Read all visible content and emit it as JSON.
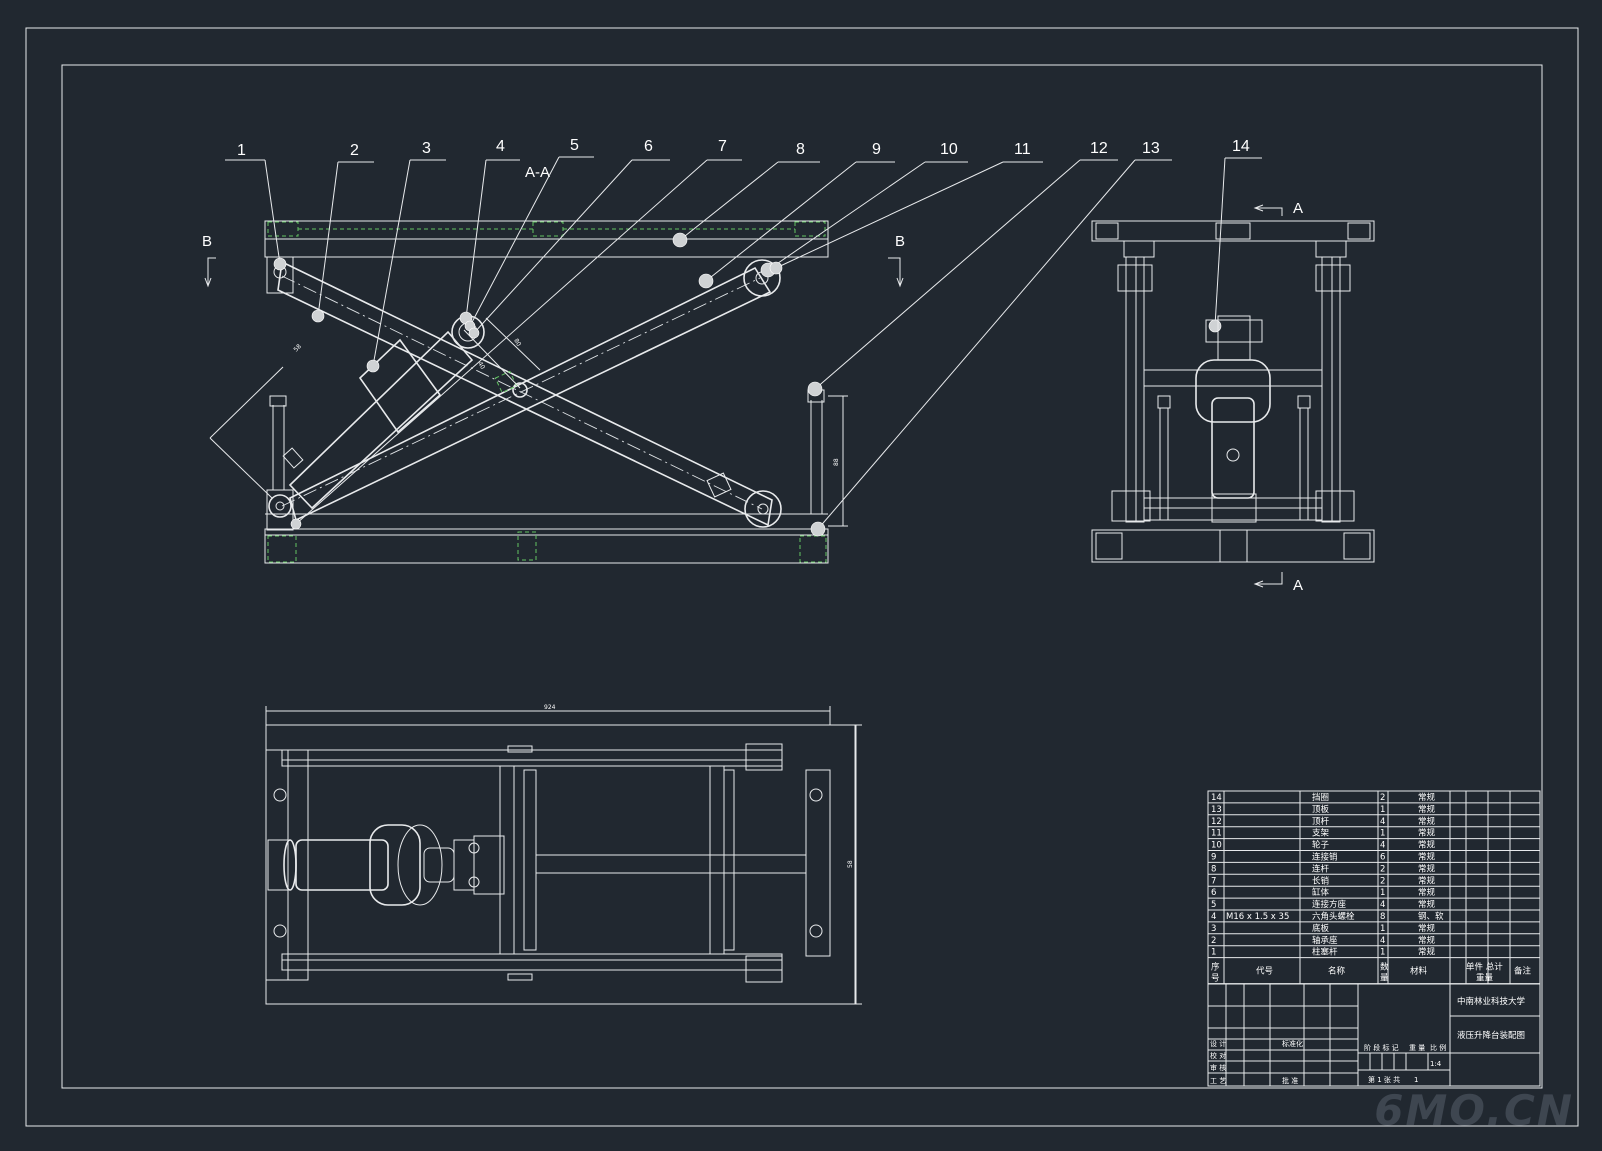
{
  "views": {
    "section_main": "A-A",
    "arrow_b": "B",
    "arrow_a": "A"
  },
  "part_numbers": [
    "1",
    "2",
    "3",
    "4",
    "5",
    "6",
    "7",
    "8",
    "9",
    "10",
    "11",
    "12",
    "13",
    "14"
  ],
  "dims": {
    "d_left": "58",
    "d_center1": "80",
    "d_center2": "40",
    "d_right_h": "88",
    "d_top_len": "924",
    "d_right_len": "58"
  },
  "bom": {
    "rows": [
      {
        "no": "14",
        "code": "",
        "name": "挡圈",
        "qty": "2",
        "material": "常规"
      },
      {
        "no": "13",
        "code": "",
        "name": "顶板",
        "qty": "1",
        "material": "常规"
      },
      {
        "no": "12",
        "code": "",
        "name": "顶杆",
        "qty": "4",
        "material": "常规"
      },
      {
        "no": "11",
        "code": "",
        "name": "支架",
        "qty": "1",
        "material": "常规"
      },
      {
        "no": "10",
        "code": "",
        "name": "轮子",
        "qty": "4",
        "material": "常规"
      },
      {
        "no": "9",
        "code": "",
        "name": "连接销",
        "qty": "6",
        "material": "常规"
      },
      {
        "no": "8",
        "code": "",
        "name": "连杆",
        "qty": "2",
        "material": "常规"
      },
      {
        "no": "7",
        "code": "",
        "name": "长销",
        "qty": "2",
        "material": "常规"
      },
      {
        "no": "6",
        "code": "",
        "name": "缸体",
        "qty": "1",
        "material": "常规"
      },
      {
        "no": "5",
        "code": "",
        "name": "连接方座",
        "qty": "4",
        "material": "常规"
      },
      {
        "no": "4",
        "code": "M16 x 1.5 x 35",
        "name": "六角头螺栓",
        "qty": "8",
        "material": "钢、软"
      },
      {
        "no": "3",
        "code": "",
        "name": "底板",
        "qty": "1",
        "material": "常规"
      },
      {
        "no": "2",
        "code": "",
        "name": "轴承座",
        "qty": "4",
        "material": "常规"
      },
      {
        "no": "1",
        "code": "",
        "name": "柱塞杆",
        "qty": "1",
        "material": "常规"
      }
    ],
    "header": {
      "no": "序号",
      "code": "代号",
      "name": "名称",
      "qty": "数量",
      "material": "材料",
      "unit_total": "单件 总计",
      "weight": "重量",
      "remark": "备注"
    }
  },
  "title_block": {
    "school": "中南林业科技大学",
    "drawing_title": "液压升降台装配图",
    "design": "设 计",
    "check": "校 对",
    "review": "审 核",
    "process": "工 艺",
    "standard": "标准化",
    "approve": "批 准",
    "stage": "阶 段 标 记",
    "weight": "重 量",
    "scale": "比 例",
    "scale_val": "1:4",
    "sheet": "第 1 张 共",
    "sheet_total": "1"
  },
  "watermark": "6MO.CN"
}
